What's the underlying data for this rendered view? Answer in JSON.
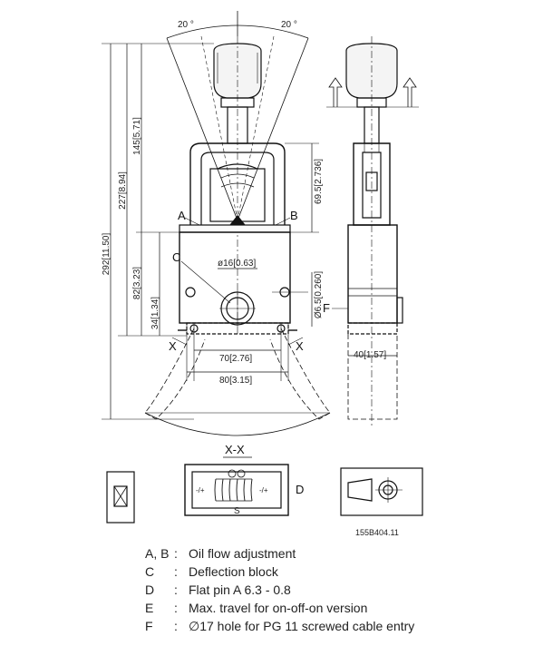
{
  "top_angles": {
    "left": "20 °",
    "right": "20 °"
  },
  "dimensions": {
    "total_height": "292[11.50]",
    "height_227": "227[8.94]",
    "height_145": "145[5.71]",
    "height_69": "69.5[2.736]",
    "height_82": "82[3.23]",
    "height_34": "34[1.34]",
    "dia_16": "ø16[0.63]",
    "dia_6": "Ø6.5[0.260]",
    "width_70": "70[2.76]",
    "width_80": "80[3.15]",
    "width_40": "40[1.57]"
  },
  "markers": {
    "a": "A",
    "b": "B",
    "c": "C",
    "d": "D",
    "f": "F",
    "x_left": "X",
    "x_right": "X",
    "section": "X-X",
    "s": "S",
    "minus_plus_left": "-/+",
    "minus_plus_right": "-/+"
  },
  "drawing_number": "155B404.11",
  "legend": [
    {
      "key": "A, B",
      "text": "Oil flow adjustment"
    },
    {
      "key": "C",
      "text": "Deflection block"
    },
    {
      "key": "D",
      "text": "Flat pin A 6.3 - 0.8"
    },
    {
      "key": "E",
      "text": "Max. travel for on-off-on version"
    },
    {
      "key": "F",
      "text": "∅17 hole for PG 11 screwed cable entry"
    }
  ]
}
